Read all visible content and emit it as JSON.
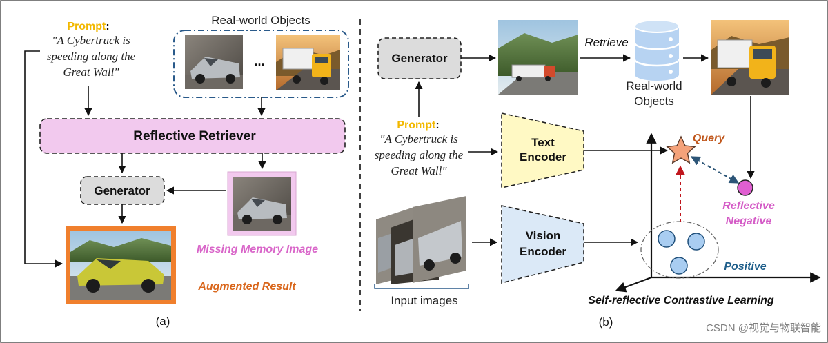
{
  "colors": {
    "prompt_label": "#f2b800",
    "retriever_fill": "#f2c9ee",
    "generator_fill": "#dcdcdc",
    "missing_memory_text": "#d966c9",
    "augmented_text": "#d9661b",
    "augmented_border": "#f07f2d",
    "text_encoder_fill": "#fff9c4",
    "vision_encoder_fill": "#dbe9f7",
    "query_text": "#c0571c",
    "star_fill": "#f4a27a",
    "negative_fill": "#e05fd1",
    "negative_text": "#d45bc6",
    "positive_fill": "#a9cdf1",
    "positive_text": "#1f5f8b",
    "db_fill": "#b7d3f2"
  },
  "panel_a": {
    "prompt_label": "Prompt",
    "prompt_colon": ":",
    "prompt_lines": [
      "\"A Cybertruck is",
      "speeding along the",
      "Great Wall\""
    ],
    "objects_title": "Real-world Objects",
    "ellipsis": "...",
    "retriever_label": "Reflective Retriever",
    "generator_label": "Generator",
    "missing_label": "Missing Memory Image",
    "augmented_label": "Augmented Result",
    "caption": "(a)"
  },
  "panel_b": {
    "generator_label": "Generator",
    "retrieve_label": "Retrieve",
    "db_label_lines": [
      "Real-world",
      "Objects"
    ],
    "prompt_label": "Prompt",
    "prompt_colon": ":",
    "prompt_lines": [
      "\"A Cybertruck is",
      "speeding along the",
      "Great Wall\""
    ],
    "text_encoder_lines": [
      "Text",
      "Encoder"
    ],
    "vision_encoder_lines": [
      "Vision",
      "Encoder"
    ],
    "input_images_label": "Input images",
    "query_label": "Query",
    "negative_lines": [
      "Reflective",
      "Negative"
    ],
    "positive_label": "Positive",
    "learning_label": "Self-reflective Contrastive Learning",
    "caption": "(b)"
  },
  "watermark": "CSDN @视觉与物联智能"
}
